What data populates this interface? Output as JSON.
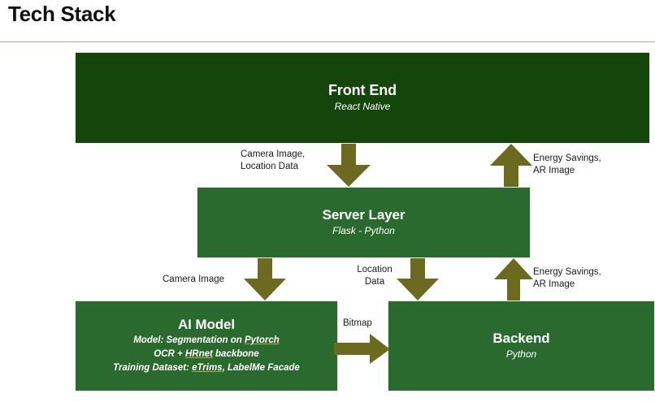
{
  "page": {
    "title": "Tech Stack"
  },
  "colors": {
    "frontend_box": "#14460B",
    "node_box": "#2B6A2E",
    "arrow": "#6B6A1E",
    "rule": "#9AB98F",
    "text_on_box": "#FFFFFF",
    "label_text": "#1A1A1A"
  },
  "nodes": [
    {
      "id": "frontend",
      "title": "Front End",
      "subtitle": "React Native"
    },
    {
      "id": "server",
      "title": "Server Layer",
      "subtitle": "Flask - Python"
    },
    {
      "id": "aimodel",
      "title": "AI Model",
      "detail_line_1": "Model: Segmentation on Pytorch",
      "detail_line_2": "OCR + HRnet backbone",
      "detail_line_3": "Training Dataset: eTrims, LabelMe Facade"
    },
    {
      "id": "backend",
      "title": "Backend",
      "subtitle": "Python"
    }
  ],
  "edges": [
    {
      "id": "frontend-to-server",
      "label": "Camera Image,\nLocation Data",
      "direction": "down",
      "from": "frontend",
      "to": "server"
    },
    {
      "id": "server-to-frontend",
      "label": "Energy Savings,\nAR Image",
      "direction": "up",
      "from": "server",
      "to": "frontend"
    },
    {
      "id": "server-to-aimodel",
      "label": "Camera Image",
      "direction": "down",
      "from": "server",
      "to": "aimodel"
    },
    {
      "id": "server-to-backend",
      "label": "Location\nData",
      "direction": "down",
      "from": "server",
      "to": "backend"
    },
    {
      "id": "backend-to-server",
      "label": "Energy Savings,\nAR Image",
      "direction": "up",
      "from": "backend",
      "to": "server"
    },
    {
      "id": "aimodel-to-backend",
      "label": "Bitmap",
      "direction": "right",
      "from": "aimodel",
      "to": "backend"
    }
  ]
}
